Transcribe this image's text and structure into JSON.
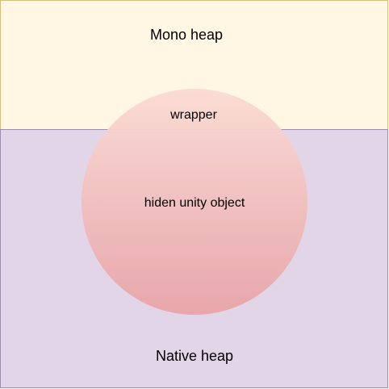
{
  "regions": {
    "mono": {
      "label": "Mono heap",
      "fill": "#fff7e3",
      "stroke": "#d7be7c"
    },
    "native": {
      "label": "Native heap",
      "fill": "#e2d5e8",
      "stroke": "#9f8db0"
    }
  },
  "object": {
    "top_label": "wrapper",
    "center_label": "hiden unity object",
    "gradient_top": "#fadbd3",
    "gradient_bottom": "#e8a4a8"
  }
}
